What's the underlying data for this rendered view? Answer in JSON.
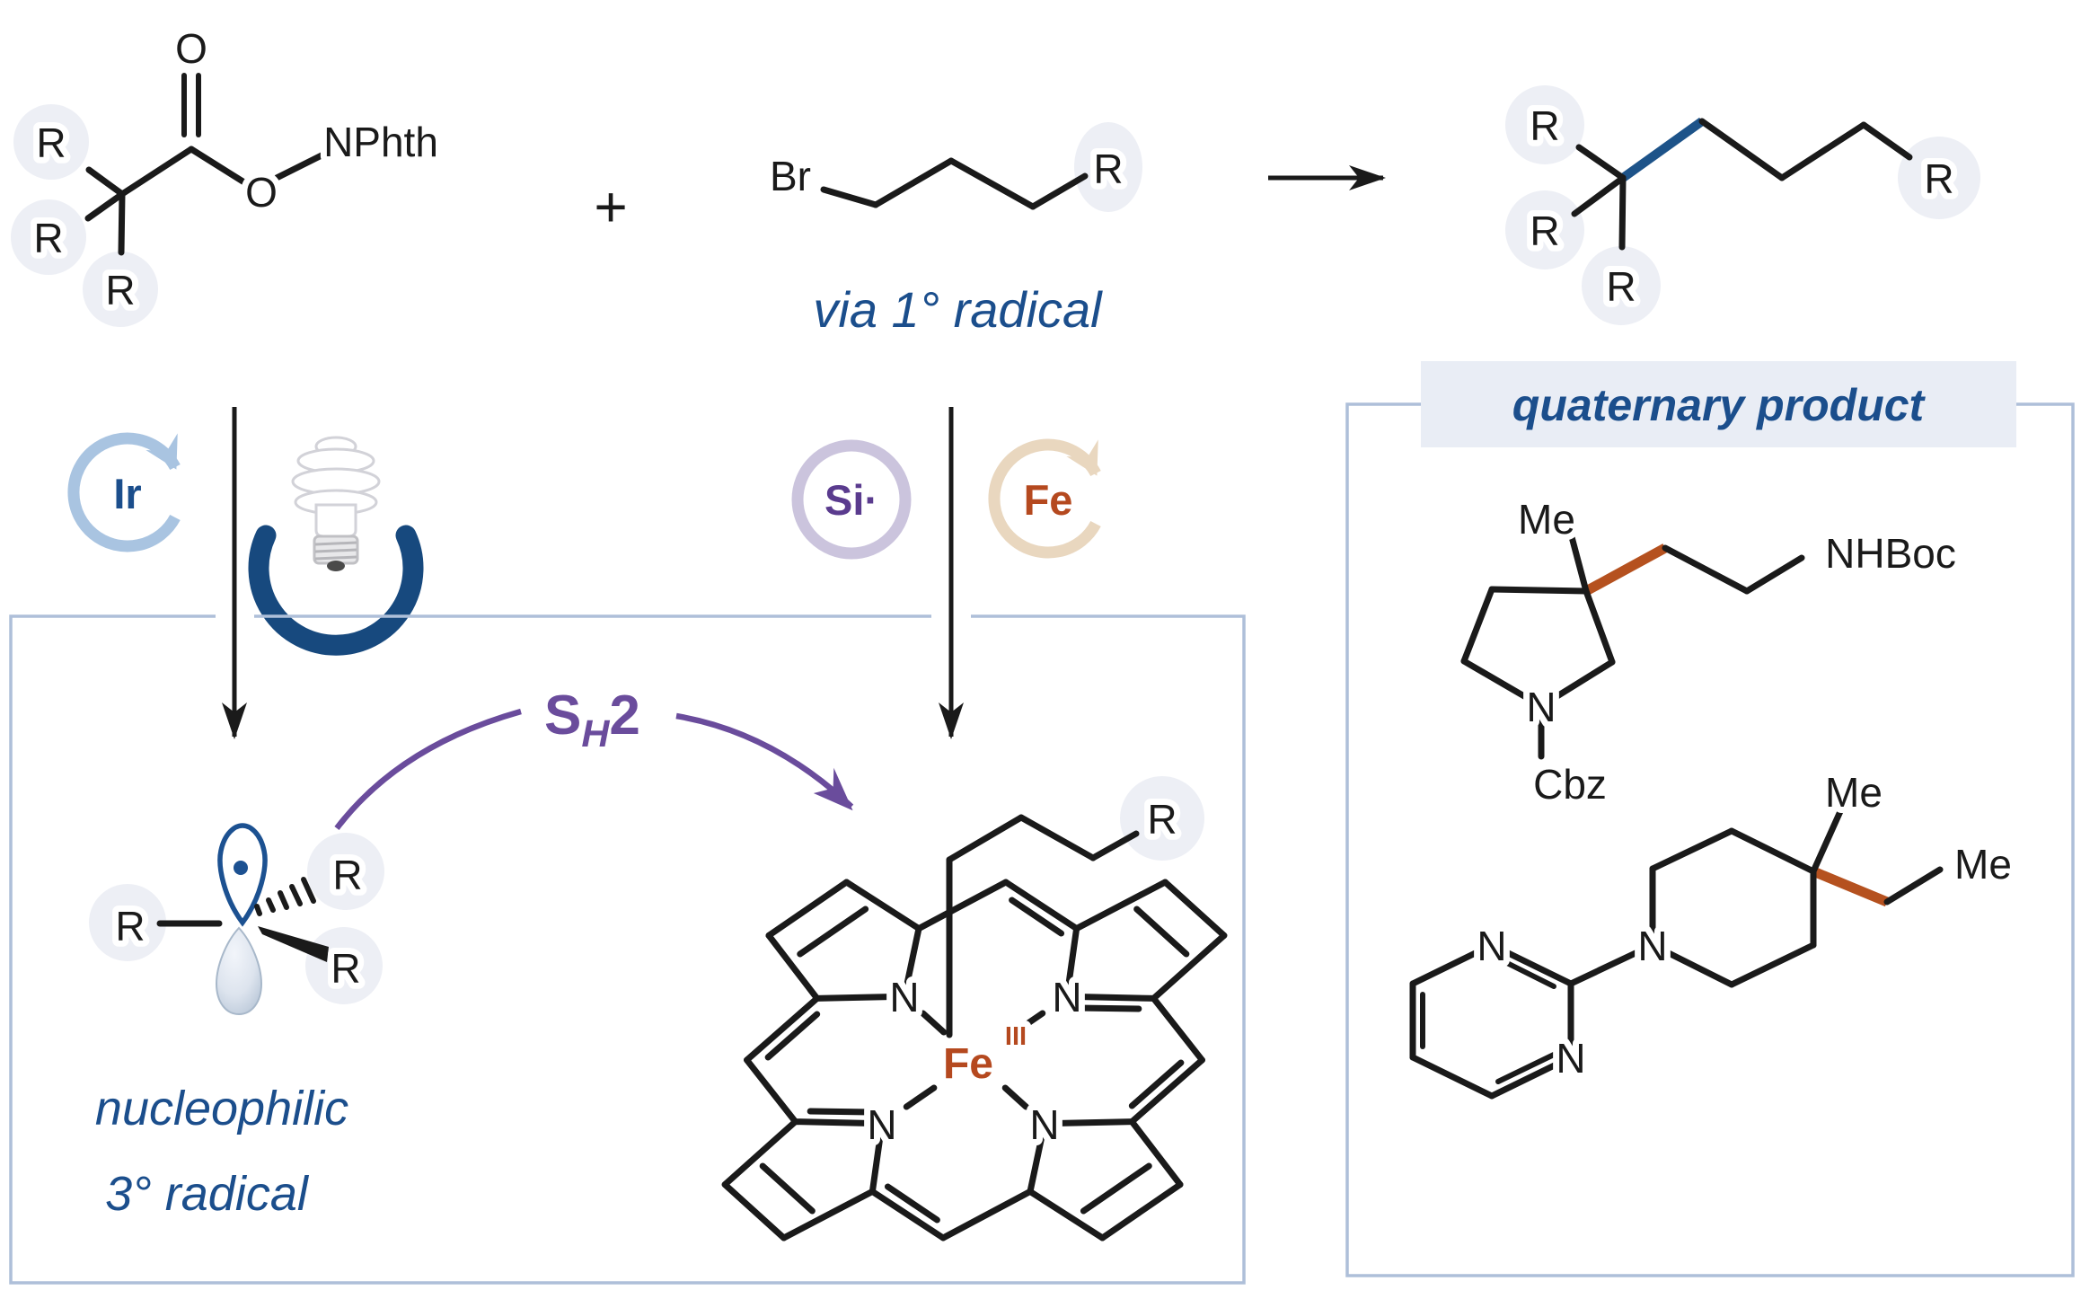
{
  "figure": {
    "type": "radical-reaction-scheme",
    "labels": {
      "r_group": "R",
      "oxygen": "O",
      "nitrogen": "N",
      "bromine": "Br",
      "plus": "+",
      "nphth": "NPhth",
      "via_radical": "via 1° radical",
      "methyl": "Me",
      "nhboc": "NHBoc",
      "cbz": "Cbz"
    },
    "catalysis_icons": {
      "iridium": "Ir",
      "silicon_radical": "Si·",
      "iron": "Fe"
    },
    "mechanism": {
      "sh2_s": "S",
      "sh2_sub": "H",
      "sh2_num": "2",
      "radical_caption_line1": "nucleophilic",
      "radical_caption_line2": "3° radical",
      "iron_symbol": "Fe",
      "iron_oxidation": "III"
    },
    "product_box": {
      "title": "quaternary product"
    },
    "colors": {
      "accent_blue": "#1b4e8c",
      "bond_blue": "#1d5389",
      "rust": "#b5491f",
      "rust_bond": "#b5511f",
      "purple": "#6a4c9c",
      "purple_ring": "#cbc4dd",
      "blue_ring": "#a9c4e1",
      "tan_ring": "#e9d7bf",
      "box_border": "#aebfd9",
      "badge_bg": "#e9edf5",
      "circle_fill": "#edeff5",
      "bulb_arc": "#17497e",
      "orbital_blue": "#1c5191"
    }
  }
}
